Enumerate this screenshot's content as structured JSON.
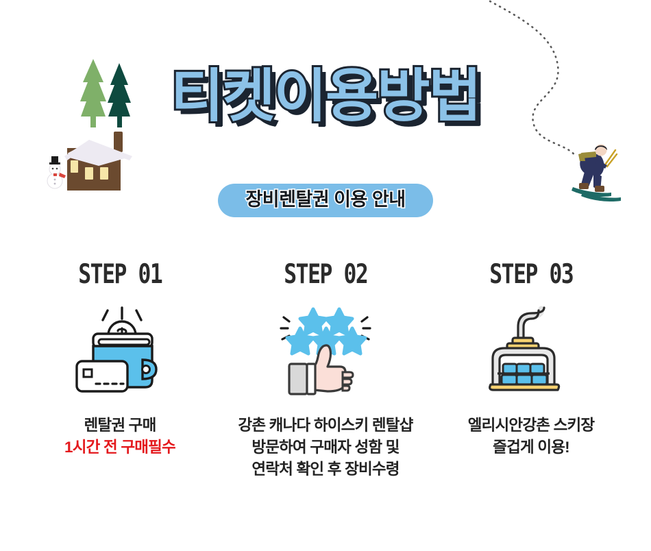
{
  "poster": {
    "title": "티켓이용방법",
    "subtitle": "장비렌탈권 이용 안내",
    "title_fill_color": "#8CC2E8",
    "title_outline_color": "#1B2430",
    "pill_color": "#7BBDE8",
    "alert_color": "#E4181C",
    "icon_blue": "#5BC0EB",
    "icon_yellow": "#F7D271"
  },
  "decorations": [
    {
      "name": "pine-trees",
      "colors": [
        "#7FB069",
        "#0E4A3F"
      ]
    },
    {
      "name": "snow-cabin",
      "colors": [
        "#6B4A2F",
        "#EDEAF2",
        "#F6E6A8"
      ]
    },
    {
      "name": "snowman",
      "colors": [
        "#FFFFFF",
        "#1B1B1B",
        "#D9453D"
      ]
    },
    {
      "name": "dotted-ski-trail",
      "colors": [
        "#5A5A5A"
      ]
    },
    {
      "name": "skier",
      "colors": [
        "#2E3560",
        "#9A8C3A",
        "#1E6B66",
        "#C9A227"
      ]
    }
  ],
  "steps": [
    {
      "heading": "STEP 01",
      "icon": "wallet-card-coin-icon",
      "caption_lines": [
        {
          "text": "렌탈권 구매",
          "alert": false
        },
        {
          "text": "1시간 전 구매필수",
          "alert": true
        }
      ]
    },
    {
      "heading": "STEP 02",
      "icon": "thumbs-up-stars-icon",
      "caption_lines": [
        {
          "text": "강촌 캐나다 하이스키 렌탈샵",
          "alert": false
        },
        {
          "text": "방문하여 구매자 성함 및",
          "alert": false
        },
        {
          "text": "연락처 확인 후 장비수령",
          "alert": false
        }
      ]
    },
    {
      "heading": "STEP 03",
      "icon": "ski-lift-chair-icon",
      "caption_lines": [
        {
          "text": "엘리시안강촌 스키장",
          "alert": false
        },
        {
          "text": "즐겁게 이용!",
          "alert": false
        }
      ]
    }
  ]
}
